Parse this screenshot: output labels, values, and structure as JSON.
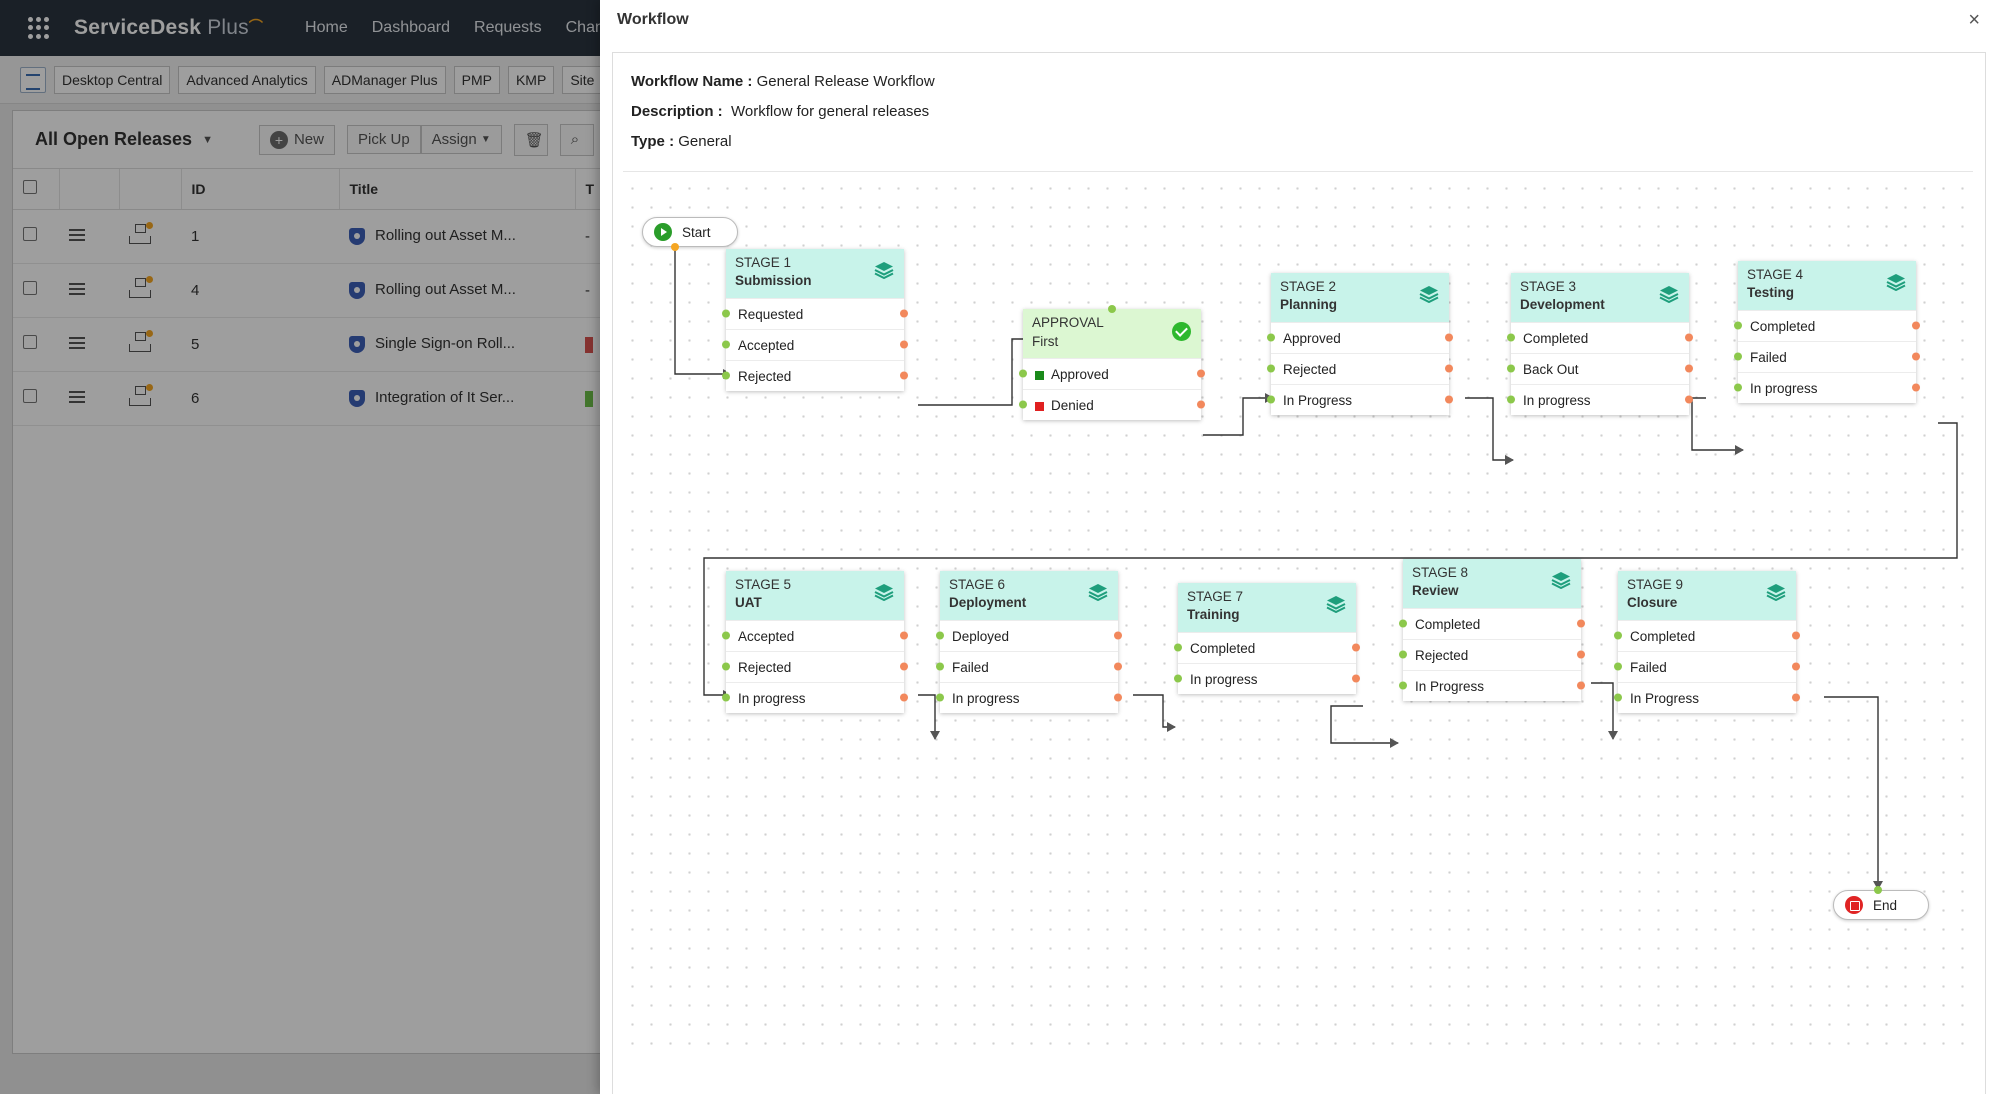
{
  "app": {
    "brand": "ServiceDesk",
    "brand_suffix": "Plus",
    "nav": [
      "Home",
      "Dashboard",
      "Requests",
      "Changes"
    ]
  },
  "toolbar": {
    "tabs": [
      "Desktop Central",
      "Advanced Analytics",
      "ADManager Plus",
      "PMP",
      "KMP",
      "Site"
    ]
  },
  "releases": {
    "view_title": "All Open Releases",
    "new_label": "New",
    "pickup_label": "Pick Up",
    "assign_label": "Assign",
    "columns": {
      "id": "ID",
      "title": "Title",
      "extra": "T"
    },
    "rows": [
      {
        "id": "1",
        "title": "Rolling out Asset M...",
        "marker": "-",
        "marker_color": ""
      },
      {
        "id": "4",
        "title": "Rolling out Asset M...",
        "marker": "-",
        "marker_color": ""
      },
      {
        "id": "5",
        "title": "Single Sign-on Roll...",
        "marker": "",
        "marker_color": "#d9534f"
      },
      {
        "id": "6",
        "title": "Integration of It Ser...",
        "marker": "",
        "marker_color": "#6cbf4a"
      }
    ]
  },
  "modal": {
    "title": "Workflow",
    "close": "×",
    "name_label": "Workflow Name :",
    "name_value": "General Release Workflow",
    "desc_label": "Description :",
    "desc_value": "Workflow for general releases",
    "type_label": "Type :",
    "type_value": "General"
  },
  "workflow": {
    "start_label": "Start",
    "end_label": "End",
    "colors": {
      "stage_header": "#c8f3ea",
      "approval_header": "#dcf7d2",
      "in_port": "#8cc84b",
      "out_port": "#f2885c",
      "approved": "#1a8a1a",
      "denied": "#e02020"
    },
    "stages": [
      {
        "key": "s1",
        "label": "STAGE 1",
        "name": "Submission",
        "statuses": [
          "Requested",
          "Accepted",
          "Rejected"
        ]
      },
      {
        "key": "ap",
        "label": "APPROVAL",
        "name": "First",
        "statuses": [
          "Approved",
          "Denied"
        ]
      },
      {
        "key": "s2",
        "label": "STAGE 2",
        "name": "Planning",
        "statuses": [
          "Approved",
          "Rejected",
          "In Progress"
        ]
      },
      {
        "key": "s3",
        "label": "STAGE 3",
        "name": "Development",
        "statuses": [
          "Completed",
          "Back Out",
          "In progress"
        ]
      },
      {
        "key": "s4",
        "label": "STAGE 4",
        "name": "Testing",
        "statuses": [
          "Completed",
          "Failed",
          "In progress"
        ]
      },
      {
        "key": "s5",
        "label": "STAGE 5",
        "name": "UAT",
        "statuses": [
          "Accepted",
          "Rejected",
          "In progress"
        ]
      },
      {
        "key": "s6",
        "label": "STAGE 6",
        "name": "Deployment",
        "statuses": [
          "Deployed",
          "Failed",
          "In progress"
        ]
      },
      {
        "key": "s7",
        "label": "STAGE 7",
        "name": "Training",
        "statuses": [
          "Completed",
          "In progress"
        ]
      },
      {
        "key": "s8",
        "label": "STAGE 8",
        "name": "Review",
        "statuses": [
          "Completed",
          "Rejected",
          "In Progress"
        ]
      },
      {
        "key": "s9",
        "label": "STAGE 9",
        "name": "Closure",
        "statuses": [
          "Completed",
          "Failed",
          "In Progress"
        ]
      }
    ]
  }
}
